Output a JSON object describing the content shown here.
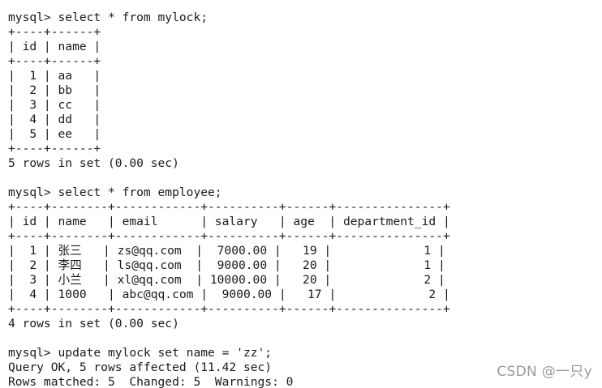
{
  "terminal": {
    "lines": [
      "",
      "mysql> select * from mylock;",
      "+----+------+",
      "| id | name |",
      "+----+------+",
      "|  1 | aa   |",
      "|  2 | bb   |",
      "|  3 | cc   |",
      "|  4 | dd   |",
      "|  5 | ee   |",
      "+----+------+",
      "5 rows in set (0.00 sec)",
      "",
      "mysql> select * from employee;",
      "+----+--------+------------+----------+------+---------------+",
      "| id | name   | email      | salary   | age  | department_id |",
      "+----+--------+------------+----------+------+---------------+",
      "|  1 | 张三   | zs@qq.com  |  7000.00 |   19 |             1 |",
      "|  2 | 李四   | ls@qq.com  |  9000.00 |   20 |             1 |",
      "|  3 | 小兰   | xl@qq.com  | 10000.00 |   20 |             2 |",
      "|  4 | 1000   | abc@qq.com |  9000.00 |   17 |             2 |",
      "+----+--------+------------+----------+------+---------------+",
      "4 rows in set (0.00 sec)",
      "",
      "mysql> update mylock set name = 'zz';",
      "Query OK, 5 rows affected (11.42 sec)",
      "Rows matched: 5  Changed: 5  Warnings: 0"
    ]
  },
  "watermark": {
    "text": "CSDN @一只y"
  }
}
